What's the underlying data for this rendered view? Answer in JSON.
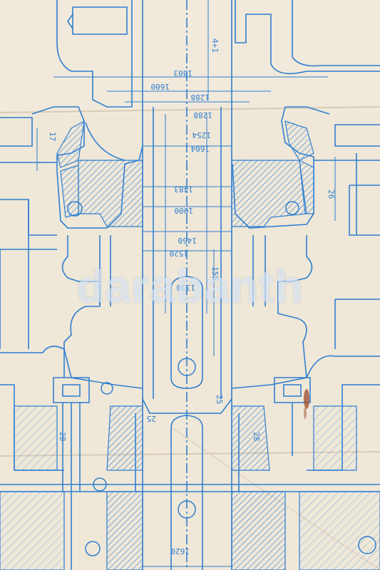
{
  "watermark": "darabanth",
  "colors": {
    "paper": "#efe7d8",
    "ink": "#2f7fd0",
    "inkDark": "#1d63b5",
    "hatch": "#4a8fd6",
    "rust": "#9b4a2a"
  },
  "dimension_labels": {
    "top_left": "1803",
    "d1": "1600",
    "d2": "1288",
    "d3": "1254",
    "d4": "1604",
    "d5": "1483",
    "d6": "1000",
    "d7": "1450",
    "d8": "1520",
    "d9": "1330",
    "d10": "1288",
    "d11": "155",
    "d12": "25",
    "d13": "25",
    "d14": "4+1",
    "d15": "1620",
    "d16": "26",
    "d17": "28",
    "d18": "28",
    "d19": "17"
  }
}
